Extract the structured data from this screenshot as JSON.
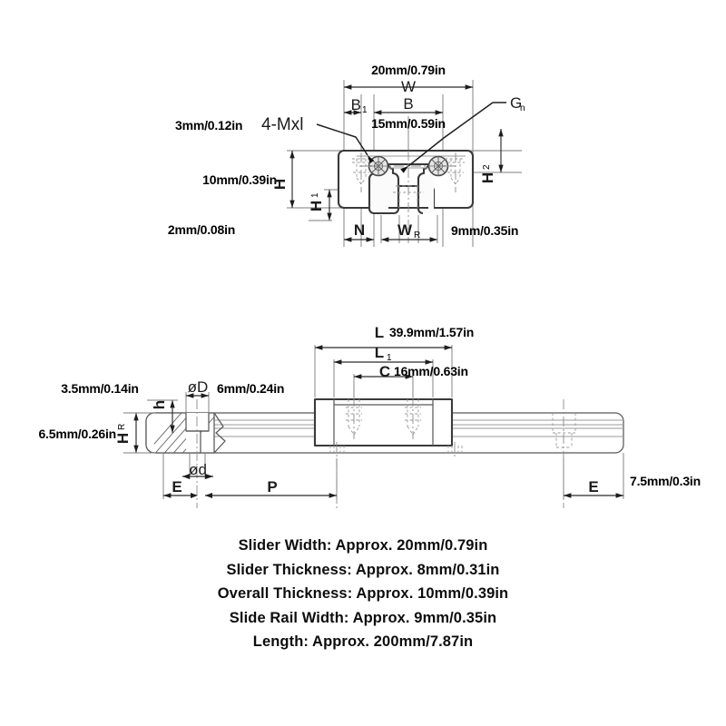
{
  "document": {
    "type": "technical-drawing",
    "subject": "MGN9 miniature linear guide rail and slider block",
    "background_color": "#ffffff",
    "line_color": "#3a3a3a"
  },
  "top_view": {
    "title_hidden": "cross-section end view of slider on rail",
    "dimensions": {
      "overall_width_value": "20mm/0.79in",
      "overall_width_symbol": "W",
      "b1_symbol": "B",
      "b1_subscript": "1",
      "b_symbol": "B",
      "b_value": "15mm/0.59in",
      "gn_symbol": "G",
      "gn_subscript": "n",
      "height_value": "10mm/0.39in",
      "height_symbol": "H",
      "h1_value": "2mm/0.08in",
      "h1_symbol": "H",
      "h1_subscript": "1",
      "h2_symbol": "H",
      "h2_subscript": "2",
      "thread_depth_value": "3mm/0.12in",
      "thread_spec": "4-Mxl",
      "n_symbol": "N",
      "wr_symbol": "W",
      "wr_subscript": "R",
      "rail_width_value": "9mm/0.35in"
    }
  },
  "bottom_view": {
    "title_hidden": "side elevation of slider block on rail",
    "dimensions": {
      "length_symbol": "L",
      "length_value": "39.9mm/1.57in",
      "l1_symbol": "L",
      "l1_subscript": "1",
      "c_symbol": "C",
      "c_value": "16mm/0.63in",
      "h_small_value": "3.5mm/0.14in",
      "h_small_symbol": "h",
      "hr_value": "6.5mm/0.26in",
      "hr_symbol": "H",
      "hr_subscript": "R",
      "bore_d_symbol": "øD",
      "bore_d_value": "6mm/0.24in",
      "bore_d_small_symbol": "ød",
      "e_left_symbol": "E",
      "p_symbol": "P",
      "e_right_symbol": "E",
      "e_right_value": "7.5mm/0.3in"
    }
  },
  "specs": {
    "lines": [
      "Slider Width: Approx. 20mm/0.79in",
      "Slider Thickness: Approx. 8mm/0.31in",
      "Overall Thickness: Approx. 10mm/0.39in",
      "Slide Rail Width: Approx. 9mm/0.35in",
      "Length: Approx. 200mm/7.87in"
    ]
  }
}
